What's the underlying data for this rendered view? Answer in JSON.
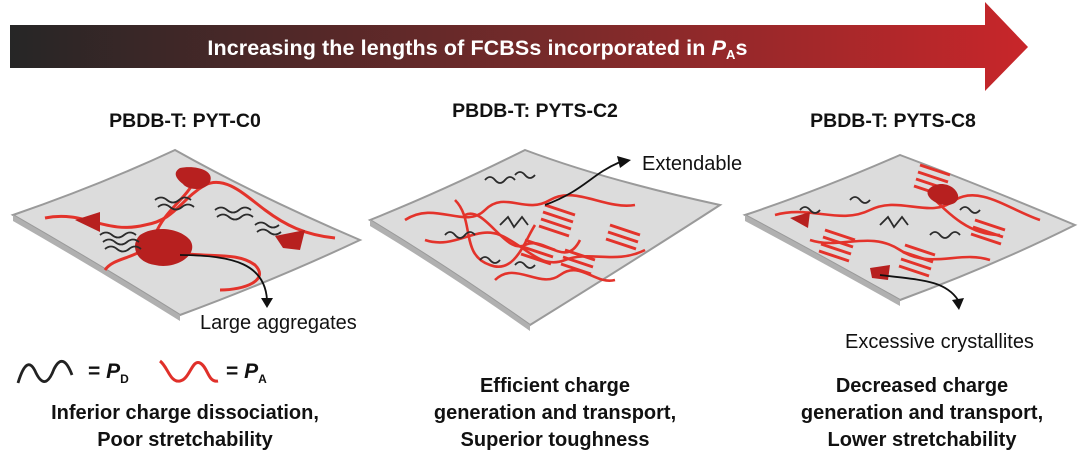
{
  "header": {
    "arrow_text_prefix": "Increasing the lengths of FCBSs incorporated in ",
    "arrow_symbol": "P",
    "arrow_subscript": "A",
    "arrow_suffix": "s",
    "colors": {
      "arrow_start": "#2a2a2a",
      "arrow_end": "#c0282c"
    }
  },
  "panels": [
    {
      "title": "PBDB-T: PYT-C0",
      "callout": "Large aggregates",
      "summary_line1": "Inferior charge dissociation,",
      "summary_line2": "Poor stretchability"
    },
    {
      "title": "PBDB-T: PYTS-C2",
      "callout": "Extendable",
      "summary_line1": "Efficient charge",
      "summary_line2": "generation and transport,",
      "summary_line3": "Superior toughness"
    },
    {
      "title": "PBDB-T: PYTS-C8",
      "callout": "Excessive crystallites",
      "summary_line1": "Decreased charge",
      "summary_line2": "generation and transport,",
      "summary_line3": "Lower stretchability"
    }
  ],
  "legend": {
    "donor_equals": "= ",
    "donor_symbol": "P",
    "donor_subscript": "D",
    "acceptor_equals": "= ",
    "acceptor_symbol": "P",
    "acceptor_subscript": "A",
    "colors": {
      "donor": "#222222",
      "acceptor": "#e0302a"
    }
  },
  "colors": {
    "film": "#dcdcdc",
    "film_edge": "#9a9a9a",
    "acceptor_chain": "#e3332b",
    "donor_chain": "#2b2b2b",
    "aggregate": "#b7201f"
  }
}
